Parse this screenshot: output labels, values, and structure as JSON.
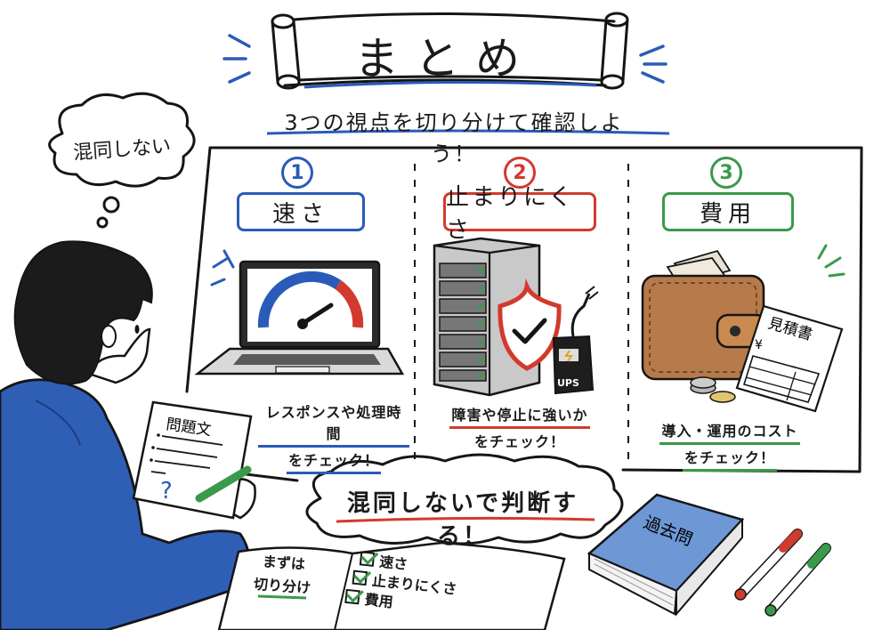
{
  "header": {
    "title": "まとめ",
    "subtitle": "3つの視点を切り分けて確認しよう！"
  },
  "thought_bubble": {
    "text": "混同しない"
  },
  "columns": [
    {
      "number": "1",
      "label": "速さ",
      "color": "#2a5bb8",
      "illustration": "laptop-speedometer",
      "caption_line1": "レスポンスや処理時間",
      "caption_line2": "をチェック！"
    },
    {
      "number": "2",
      "label": "止まりにくさ",
      "color": "#d23a2e",
      "illustration": "server-shield-ups",
      "ups_label": "UPS",
      "caption_line1": "障害や停止に強いか",
      "caption_line2": "をチェック！"
    },
    {
      "number": "3",
      "label": "費用",
      "color": "#3b9a4a",
      "illustration": "wallet-estimate",
      "estimate_label": "見積書",
      "yen_symbol": "¥",
      "caption_line1": "導入・運用のコスト",
      "caption_line2": "をチェック！"
    }
  ],
  "student": {
    "paper_title": "問題文",
    "question_mark": "?"
  },
  "bottom_cloud": {
    "text": "混同しないで判断する！"
  },
  "notebook": {
    "left_line1": "まずは",
    "left_line2": "切り分け",
    "checklist": [
      {
        "label": "速さ",
        "checked": true
      },
      {
        "label": "止まりにくさ",
        "checked": true
      },
      {
        "label": "費用",
        "checked": true
      }
    ]
  },
  "book": {
    "title": "過去問"
  },
  "markers": [
    {
      "color": "#d23a2e"
    },
    {
      "color": "#3b9a4a"
    }
  ],
  "colors": {
    "blue": "#2a5bb8",
    "red": "#d23a2e",
    "green": "#3b9a4a",
    "hoodie": "#2f5fb5",
    "book_cover": "#6e97d6",
    "wallet": "#b77a4a"
  }
}
